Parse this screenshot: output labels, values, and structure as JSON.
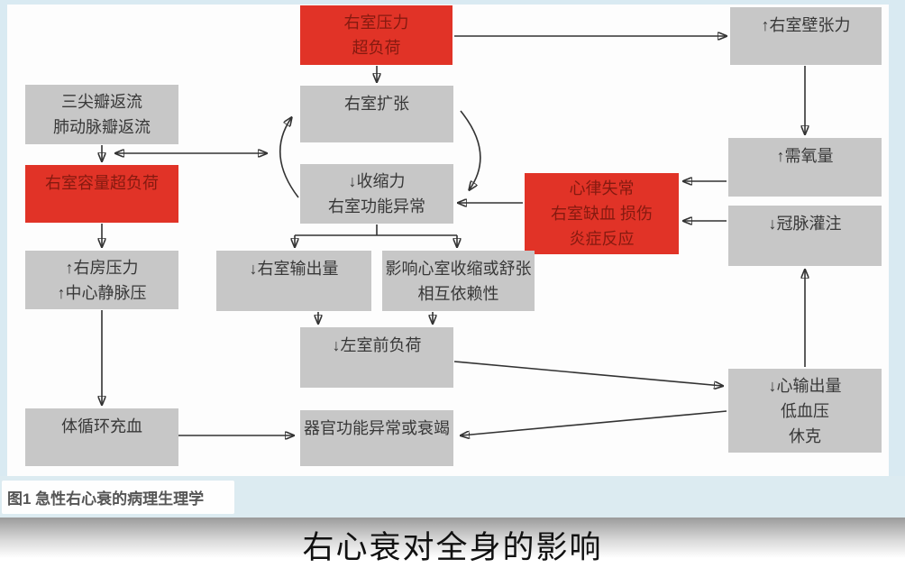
{
  "figure": {
    "caption": "图1 急性右心衰的病理生理学",
    "title": "右心衰对全身的影响"
  },
  "colors": {
    "red_box_bg": "#e13327",
    "red_box_text": "#851a10",
    "gray_box_bg": "#c7c7c7",
    "gray_box_text": "#383838",
    "frame_blue": "#d9eaf2",
    "caption_strip_bg": "#dcebf1",
    "arrow": "#333333",
    "title_gradient_top": "#9b9b9b"
  },
  "nodes": {
    "rv_pressure_overload": {
      "lines": [
        "右室压力",
        "超负荷"
      ],
      "style": "red"
    },
    "rv_wall_tension": {
      "lines": [
        "↑右室壁张力"
      ],
      "style": "gray"
    },
    "tricuspid_pulmonary_regurgitation": {
      "lines": [
        "三尖瓣返流",
        "肺动脉瓣返流"
      ],
      "style": "gray"
    },
    "rv_dilation": {
      "lines": [
        "右室扩张"
      ],
      "style": "gray"
    },
    "rv_volume_overload": {
      "lines": [
        "右室容量超负荷"
      ],
      "style": "red"
    },
    "contractility_rv_dysfunction": {
      "lines": [
        "↓收缩力",
        "右室功能异常"
      ],
      "style": "gray"
    },
    "arrhythmia_ischemia_inflammation": {
      "lines": [
        "心律失常",
        "右室缺血 损伤",
        "炎症反应"
      ],
      "style": "red"
    },
    "oxygen_demand": {
      "lines": [
        "↑需氧量"
      ],
      "style": "gray"
    },
    "coronary_perfusion": {
      "lines": [
        "↓冠脉灌注"
      ],
      "style": "gray"
    },
    "ra_pressure_cvp": {
      "lines": [
        "↑右房压力",
        "↑中心静脉压"
      ],
      "style": "gray"
    },
    "rv_output": {
      "lines": [
        "↓右室输出量"
      ],
      "style": "gray"
    },
    "ventricular_interdependence": {
      "lines": [
        "影响心室收缩或舒张",
        "相互依赖性"
      ],
      "style": "gray"
    },
    "lv_preload": {
      "lines": [
        "↓左室前负荷"
      ],
      "style": "gray"
    },
    "cardiac_output_hypotension_shock": {
      "lines": [
        "↓心输出量",
        "低血压",
        "休克"
      ],
      "style": "gray"
    },
    "organ_dysfunction_failure": {
      "lines": [
        "器官功能异常或衰竭"
      ],
      "style": "gray"
    },
    "systemic_congestion": {
      "lines": [
        "体循环充血"
      ],
      "style": "gray"
    }
  },
  "edges": [
    {
      "from": "rv_pressure_overload",
      "to": "rv_dilation"
    },
    {
      "from": "rv_pressure_overload",
      "to": "rv_wall_tension"
    },
    {
      "from": "rv_wall_tension",
      "to": "oxygen_demand"
    },
    {
      "from": "oxygen_demand",
      "to": "arrhythmia_ischemia_inflammation"
    },
    {
      "from": "coronary_perfusion",
      "to": "arrhythmia_ischemia_inflammation"
    },
    {
      "from": "arrhythmia_ischemia_inflammation",
      "to": "contractility_rv_dysfunction"
    },
    {
      "from": "tricuspid_pulmonary_regurgitation",
      "to": "rv_volume_overload"
    },
    {
      "from": "rv_volume_overload",
      "to": "rv_dilation",
      "bidirectional": true
    },
    {
      "from": "rv_volume_overload",
      "to": "ra_pressure_cvp"
    },
    {
      "from": "ra_pressure_cvp",
      "to": "systemic_congestion"
    },
    {
      "from": "contractility_rv_dysfunction",
      "to": "rv_output"
    },
    {
      "from": "contractility_rv_dysfunction",
      "to": "ventricular_interdependence"
    },
    {
      "from": "rv_output",
      "to": "lv_preload"
    },
    {
      "from": "ventricular_interdependence",
      "to": "lv_preload"
    },
    {
      "from": "lv_preload",
      "to": "cardiac_output_hypotension_shock"
    },
    {
      "from": "cardiac_output_hypotension_shock",
      "to": "organ_dysfunction_failure"
    },
    {
      "from": "systemic_congestion",
      "to": "organ_dysfunction_failure"
    },
    {
      "from": "cardiac_output_hypotension_shock",
      "to": "coronary_perfusion"
    },
    {
      "from": "rv_dilation",
      "to": "contractility_rv_dysfunction",
      "cycle": true
    },
    {
      "from": "contractility_rv_dysfunction",
      "to": "rv_dilation",
      "cycle": true
    }
  ]
}
